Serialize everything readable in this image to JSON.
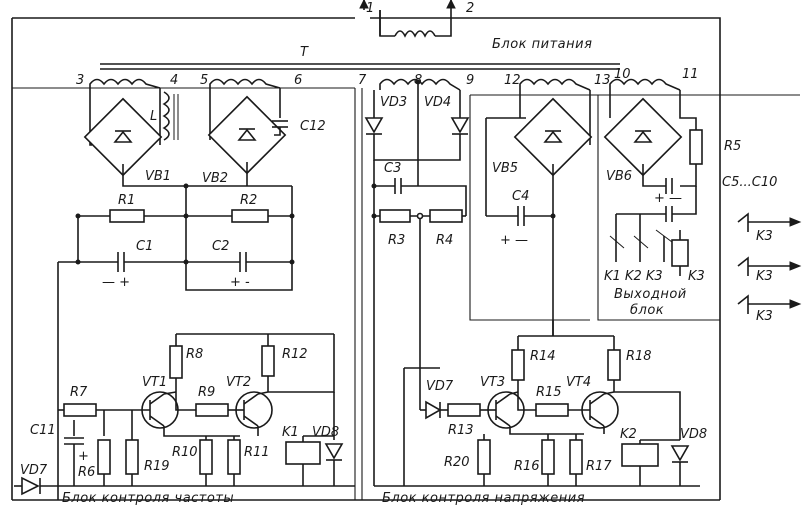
{
  "transformer": {
    "label": "T",
    "pins": [
      "1",
      "2",
      "3",
      "4",
      "5",
      "6",
      "7",
      "8",
      "9",
      "12",
      "13",
      "10",
      "11"
    ]
  },
  "blocks": {
    "power": "Блок питания",
    "freq": "Блок контроля  частоты",
    "volt": "Блок  контроля  напряжения",
    "output_1": "Выходной",
    "output_2": "блок"
  },
  "components": {
    "L": "L",
    "VB1": "VB1",
    "VB2": "VB2",
    "VB5": "VB5",
    "VB6": "VB6",
    "C12": "C12",
    "VD3": "VD3",
    "VD4": "VD4",
    "R1": "R1",
    "R2": "R2",
    "C1": "C1",
    "C2": "C2",
    "C3": "C3",
    "C4": "C4",
    "R3": "R3",
    "R4": "R4",
    "R5": "R5",
    "C5C10": "C5...C10",
    "K1K2K3": "K1 K2 K3",
    "K3": "K3",
    "R8": "R8",
    "R12": "R12",
    "VT1": "VT1",
    "VT2": "VT2",
    "R9": "R9",
    "R7": "R7",
    "C11": "C11",
    "R6": "R6",
    "R19": "R19",
    "R10": "R10",
    "R11": "R11",
    "K1": "K1",
    "VD8a": "VD8",
    "VD7": "VD7",
    "R14": "R14",
    "R18": "R18",
    "VD7b": "VD7",
    "VT3": "VT3",
    "VT4": "VT4",
    "R15": "R15",
    "R13": "R13",
    "R20": "R20",
    "R16": "R16",
    "R17": "R17",
    "K2": "K2",
    "VD8b": "VD8"
  },
  "polarity": {
    "minus": "—",
    "plus": "+",
    "pm": "+ —",
    "mp": "+ —",
    "c1_sign": "— +",
    "c2_sign": "+ -"
  },
  "contacts": [
    "K3",
    "K3",
    "K3"
  ]
}
